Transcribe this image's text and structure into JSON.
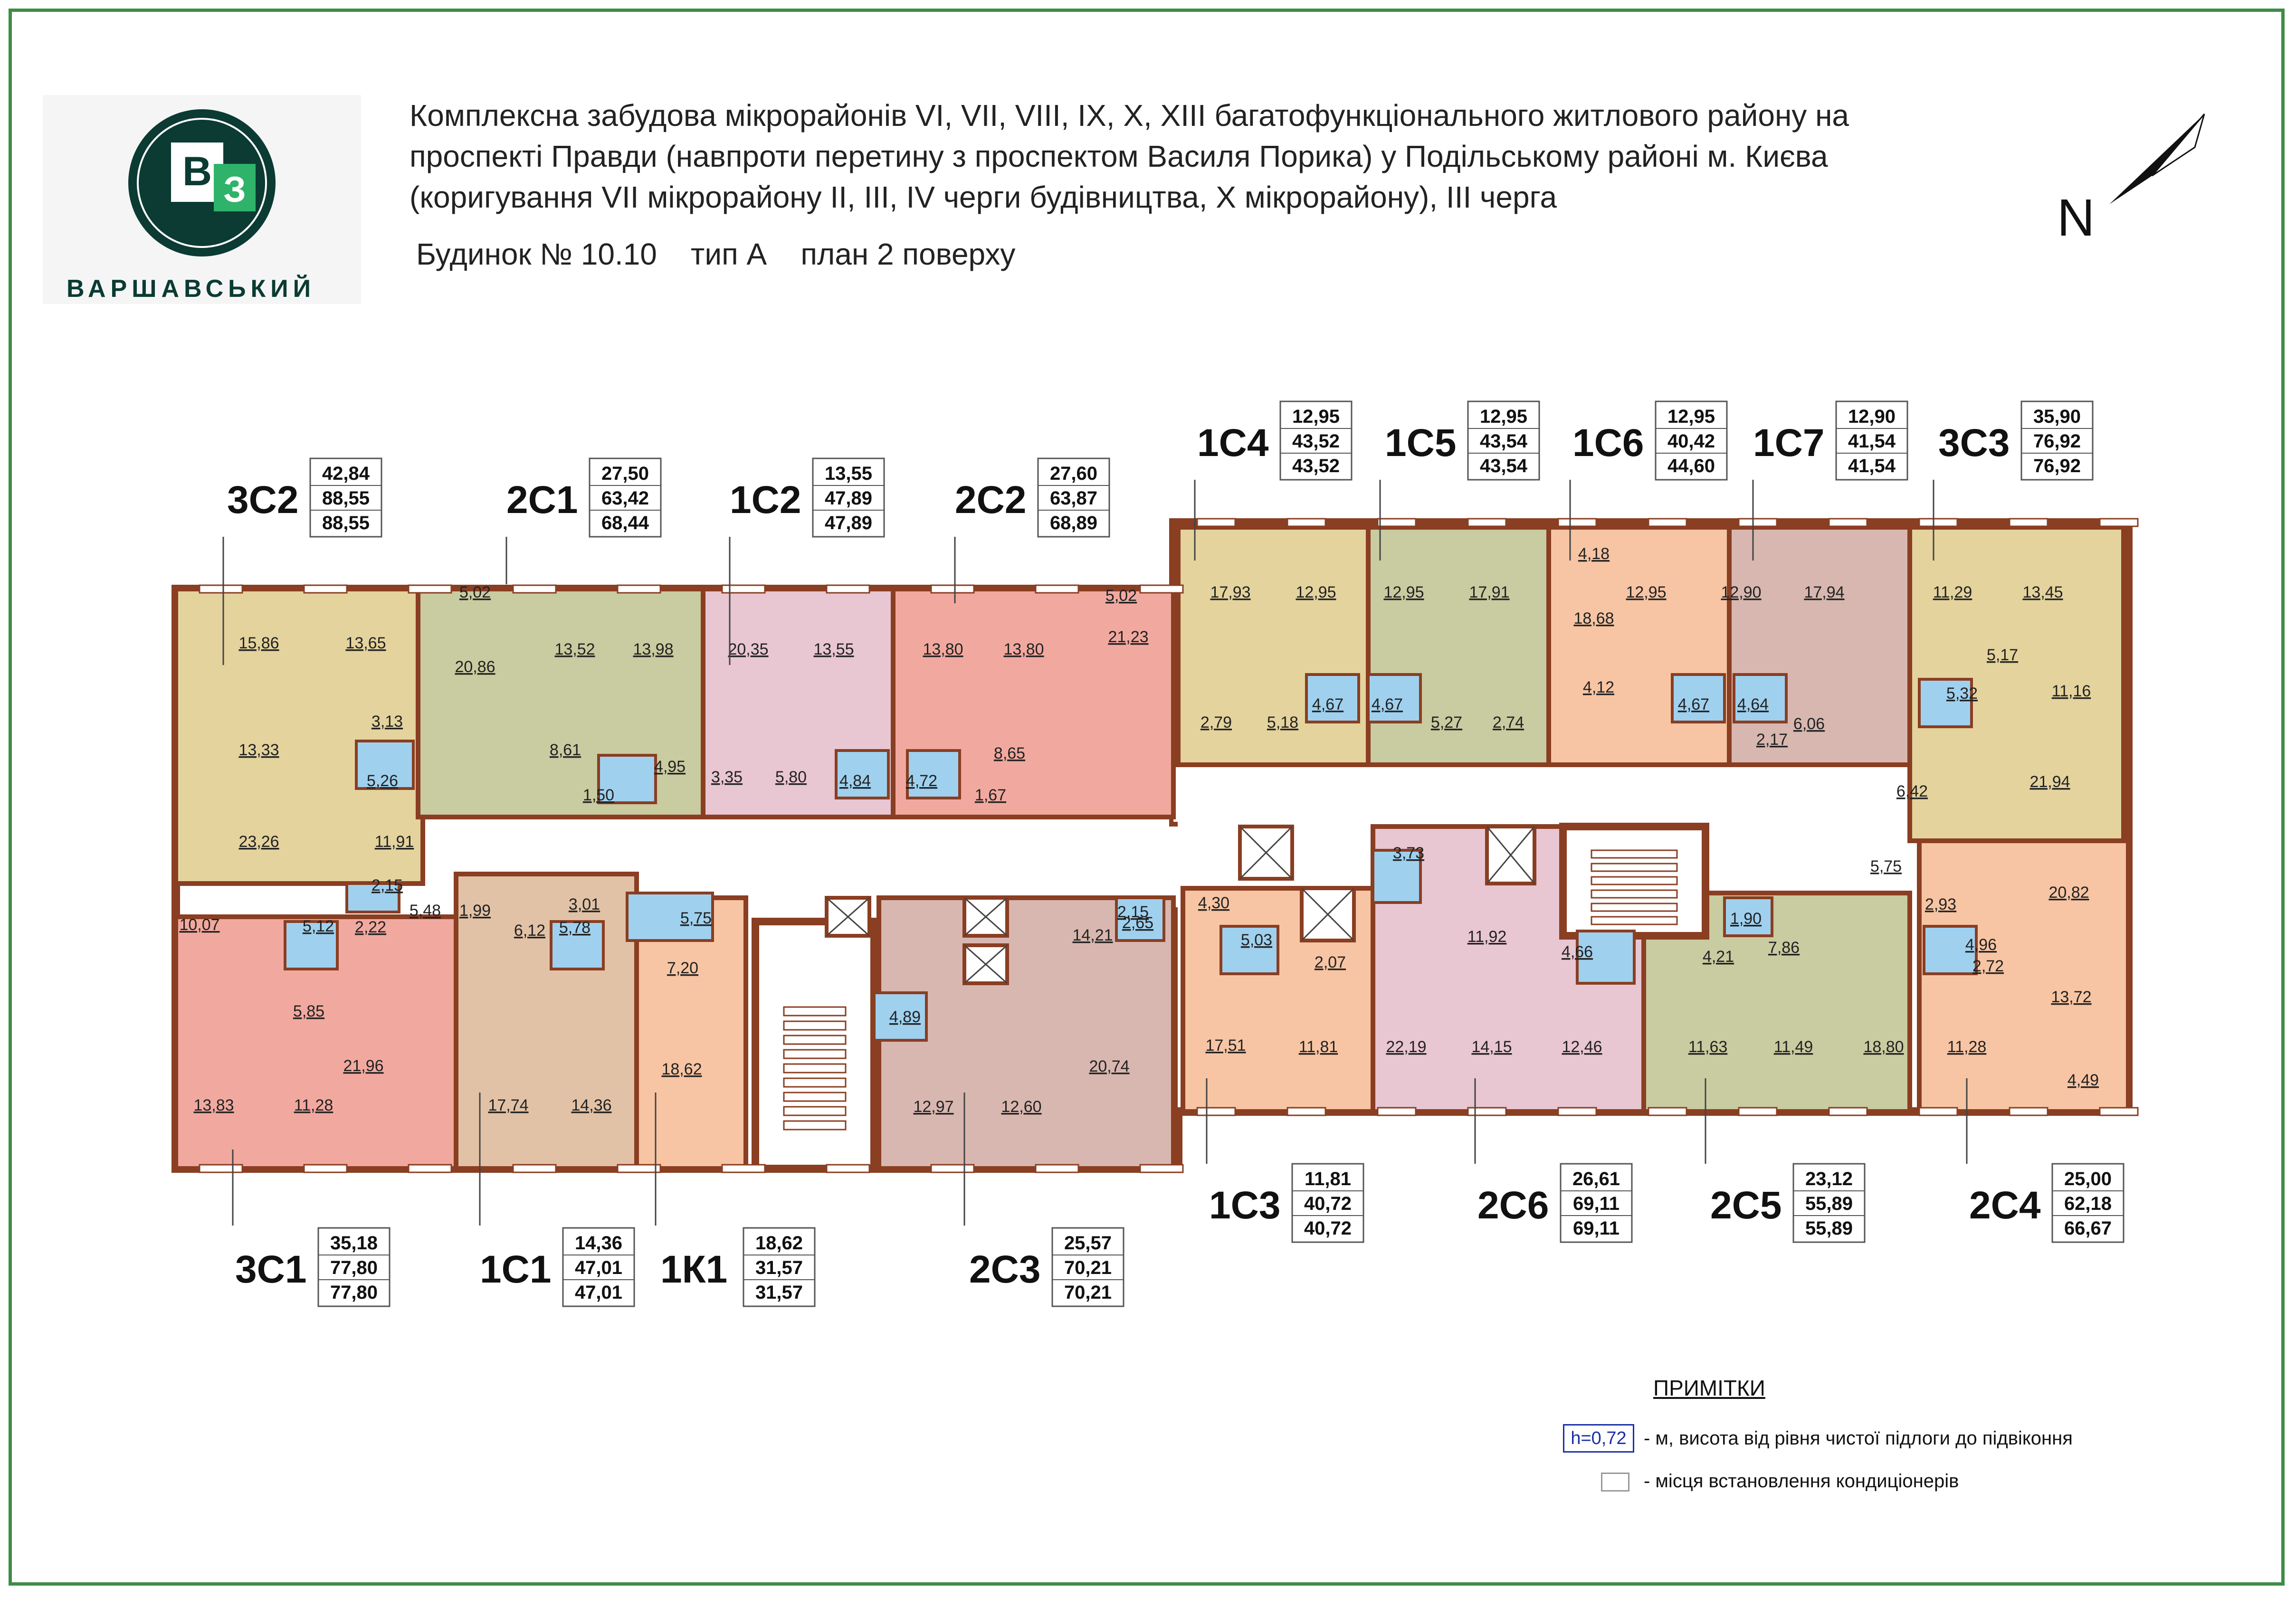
{
  "header": {
    "logo_letters": [
      "В",
      "З"
    ],
    "logo_name": "ВАРШАВСЬКИЙ",
    "lines": [
      "Комплексна забудова мікрорайонів VI, VII, VIII, IX, X, XIII багатофункціонального житлового району на",
      "проспекті Правди (навпроти перетину з проспектом Василя Порика) у Подільському районі м. Києва",
      "(коригування VII мікрорайону II, III, IV черги будівництва, X мікрорайону), III черга"
    ],
    "building": "Будинок № 10.10",
    "type": "тип А",
    "plan": "план  2 поверху",
    "north": "N"
  },
  "apartments_top": [
    {
      "code": "3С2",
      "values": [
        "42,84",
        "88,55",
        "88,55"
      ]
    },
    {
      "code": "2С1",
      "values": [
        "27,50",
        "63,42",
        "68,44"
      ]
    },
    {
      "code": "1С2",
      "values": [
        "13,55",
        "47,89",
        "47,89"
      ]
    },
    {
      "code": "2С2",
      "values": [
        "27,60",
        "63,87",
        "68,89"
      ]
    },
    {
      "code": "1С4",
      "values": [
        "12,95",
        "43,52",
        "43,52"
      ]
    },
    {
      "code": "1С5",
      "values": [
        "12,95",
        "43,54",
        "43,54"
      ]
    },
    {
      "code": "1С6",
      "values": [
        "12,95",
        "40,42",
        "44,60"
      ]
    },
    {
      "code": "1С7",
      "values": [
        "12,90",
        "41,54",
        "41,54"
      ]
    },
    {
      "code": "3С3",
      "values": [
        "35,90",
        "76,92",
        "76,92"
      ]
    }
  ],
  "apartments_bottom": [
    {
      "code": "3С1",
      "values": [
        "35,18",
        "77,80",
        "77,80"
      ]
    },
    {
      "code": "1С1",
      "values": [
        "14,36",
        "47,01",
        "47,01"
      ]
    },
    {
      "code": "1К1",
      "values": [
        "18,62",
        "31,57",
        "31,57"
      ]
    },
    {
      "code": "2С3",
      "values": [
        "25,57",
        "70,21",
        "70,21"
      ]
    },
    {
      "code": "1С3",
      "values": [
        "11,81",
        "40,72",
        "40,72"
      ]
    },
    {
      "code": "2С6",
      "values": [
        "26,61",
        "69,11",
        "69,11"
      ]
    },
    {
      "code": "2С5",
      "values": [
        "23,12",
        "55,89",
        "55,89"
      ]
    },
    {
      "code": "2С4",
      "values": [
        "25,00",
        "62,18",
        "66,67"
      ]
    }
  ],
  "rooms": [
    "15,86",
    "13,65",
    "3,13",
    "13,33",
    "5,26",
    "23,26",
    "11,91",
    "2,15",
    "5,02",
    "20,86",
    "13,52",
    "13,98",
    "8,61",
    "4,95",
    "1,50",
    "20,35",
    "13,55",
    "3,35",
    "5,80",
    "4,84",
    "13,80",
    "13,80",
    "5,02",
    "21,23",
    "4,72",
    "8,65",
    "1,67",
    "17,93",
    "12,95",
    "2,79",
    "5,18",
    "4,67",
    "12,95",
    "17,91",
    "4,67",
    "5,27",
    "2,74",
    "4,18",
    "18,68",
    "12,95",
    "4,12",
    "4,67",
    "12,90",
    "17,94",
    "4,64",
    "6,06",
    "2,17",
    "11,29",
    "13,45",
    "5,17",
    "5,32",
    "11,16",
    "6,42",
    "21,94",
    "10,07",
    "5,12",
    "2,22",
    "5,48",
    "1,99",
    "5,85",
    "13,83",
    "11,28",
    "21,96",
    "6,12",
    "3,01",
    "5,75",
    "5,78",
    "7,20",
    "17,74",
    "14,36",
    "18,62",
    "2,15",
    "14,21",
    "2,65",
    "4,89",
    "12,97",
    "12,60",
    "20,74",
    "4,30",
    "5,03",
    "2,07",
    "17,51",
    "11,81",
    "3,73",
    "11,92",
    "4,66",
    "22,19",
    "14,15",
    "12,46",
    "1,90",
    "4,21",
    "7,86",
    "11,63",
    "11,49",
    "18,80",
    "5,75",
    "20,82",
    "2,93",
    "4,96",
    "2,72",
    "13,72",
    "11,28",
    "4,49"
  ],
  "notes": {
    "title": "ПРИМІТКИ",
    "sill_sample": "h=0,72",
    "sill_text": "- м, висота від рівня чистої підлоги до підвіконня",
    "ac_text": "- місця встановлення кондиціонерів"
  },
  "colors": {
    "frame": "#3f8c47",
    "wall": "#8a3e22",
    "khaki": "#e4d39d",
    "olive": "#c9cba0",
    "pink": "#e8c6d2",
    "salmon": "#f1a99f",
    "peach": "#f7c5a3",
    "mauve": "#d8b7b0",
    "bath": "#9fd1ef",
    "logo_dark": "#0b3b33",
    "logo_green": "#2fb36a"
  }
}
